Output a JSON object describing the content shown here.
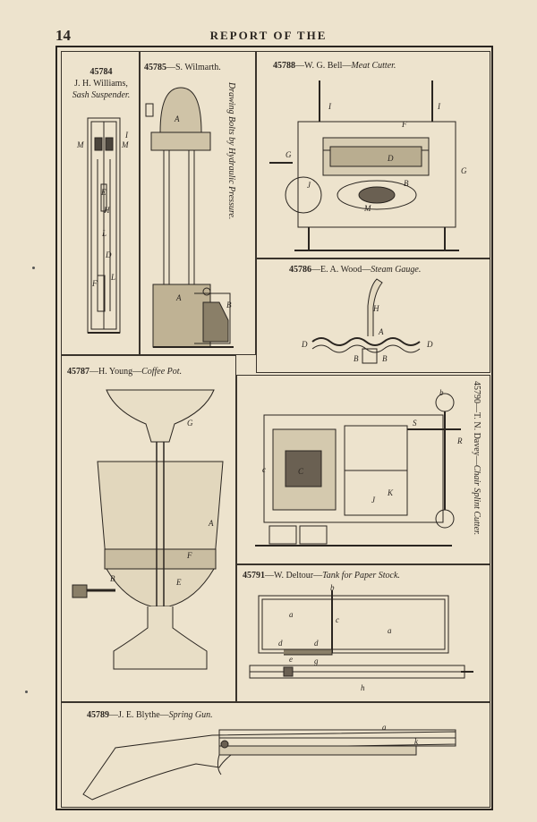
{
  "page": {
    "number": "14",
    "running_head": "REPORT OF THE"
  },
  "figures": {
    "f45784": {
      "number": "45784",
      "inventor": "J. H. Williams,",
      "title": "Sash Suspender.",
      "labels": [
        "M",
        "M",
        "E",
        "H",
        "L",
        "D",
        "F",
        "L",
        "I"
      ]
    },
    "f45785": {
      "number": "45785",
      "inventor": "S. Wilmarth.",
      "side_text": "Drawing Bolts by Hydraulic Pressure.",
      "labels": [
        "A",
        "A",
        "B"
      ]
    },
    "f45788": {
      "number": "45788",
      "inventor": "W. G. Bell",
      "title": "Meat Cutter.",
      "labels": [
        "I",
        "I",
        "F",
        "D",
        "G",
        "G",
        "J",
        "B",
        "M"
      ]
    },
    "f45786": {
      "number": "45786",
      "inventor": "E. A. Wood",
      "title": "Steam Gauge.",
      "labels": [
        "H",
        "A",
        "D",
        "D",
        "B",
        "B"
      ]
    },
    "f45787": {
      "number": "45787",
      "inventor": "H. Young",
      "title": "Coffee Pot.",
      "labels": [
        "G",
        "A",
        "F",
        "E",
        "B"
      ]
    },
    "f45790": {
      "number": "45790",
      "inventor": "T. N. Davey",
      "title": "Chair Splint Cutter.",
      "labels": [
        "S",
        "R",
        "C",
        "c",
        "K",
        "J",
        "b"
      ]
    },
    "f45791": {
      "number": "45791",
      "inventor": "W. Deltour",
      "title": "Tank for Paper Stock.",
      "labels": [
        "a",
        "a",
        "b",
        "c",
        "d",
        "d",
        "e",
        "g",
        "h"
      ]
    },
    "f45789": {
      "number": "45789",
      "inventor": "J. E. Blythe",
      "title": "Spring Gun.",
      "labels": [
        "a",
        "k"
      ]
    }
  }
}
